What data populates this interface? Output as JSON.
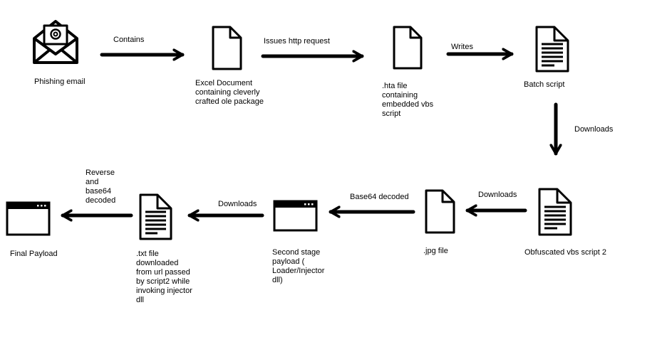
{
  "colors": {
    "ink": "#000000",
    "background": "#ffffff"
  },
  "nodes": {
    "phishing_email": {
      "label": "Phishing email",
      "icon": "envelope-at-icon"
    },
    "excel_document": {
      "label": "Excel Document\ncontaining cleverly\ncrafted ole package",
      "icon": "blank-document-icon"
    },
    "hta_file": {
      "label": ".hta file\ncontaining\nembedded vbs\nscript",
      "icon": "blank-document-icon"
    },
    "batch_script": {
      "label": "Batch script",
      "icon": "text-document-icon"
    },
    "obfuscated_vbs": {
      "label": "Obfuscated vbs script 2",
      "icon": "text-document-icon"
    },
    "jpg_file": {
      "label": ".jpg file",
      "icon": "blank-document-icon"
    },
    "second_stage": {
      "label": "Second stage\npayload (\nLoader/Injector\ndll)",
      "icon": "app-window-icon"
    },
    "txt_file": {
      "label": ".txt file\ndownloaded\nfrom url passed\nby script2 while\ninvoking injector\ndll",
      "icon": "text-document-icon"
    },
    "final_payload": {
      "label": "Final Payload",
      "icon": "app-window-icon"
    }
  },
  "edges": {
    "contains": "Contains",
    "issues_http": "Issues http request",
    "writes": "Writes",
    "downloads_1": "Downloads",
    "downloads_2": "Downloads",
    "base64_decoded": "Base64 decoded",
    "downloads_3": "Downloads",
    "reverse_base64": "Reverse\nand\nbase64\ndecoded"
  }
}
